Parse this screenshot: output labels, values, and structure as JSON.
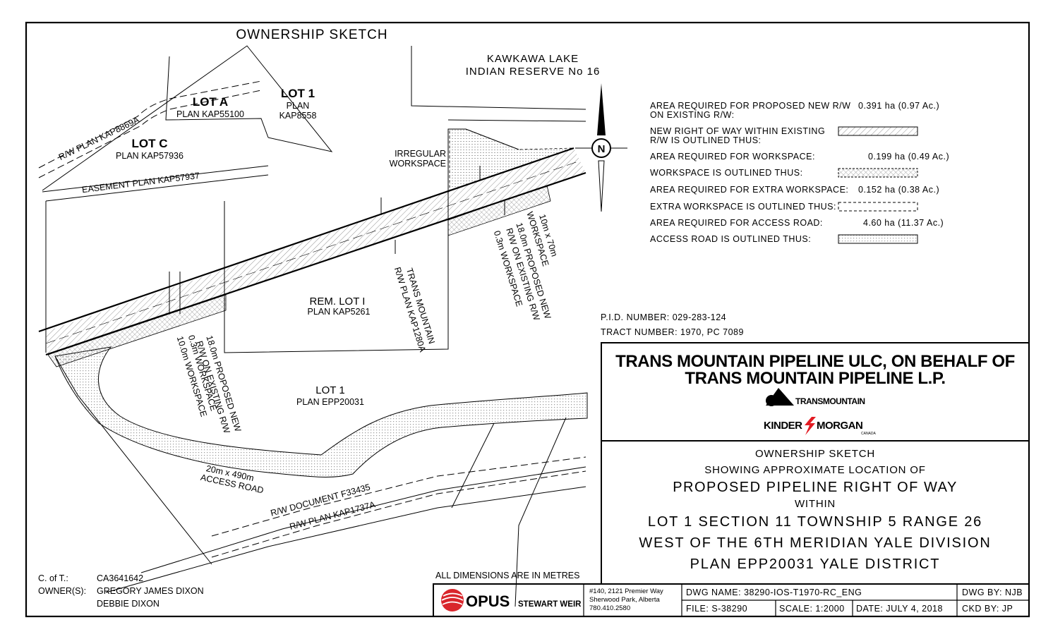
{
  "header": {
    "title": "OWNERSHIP SKETCH"
  },
  "reserve": {
    "line1": "KAWKAWA LAKE",
    "line2": "INDIAN RESERVE No 16"
  },
  "parcels": {
    "lot_a": {
      "name": "LOT A",
      "plan": "PLAN KAP55100"
    },
    "lot_1_north": {
      "name": "LOT 1",
      "plan1": "PLAN",
      "plan2": "KAP8558"
    },
    "lot_c": {
      "name": "LOT C",
      "plan": "PLAN KAP57936"
    },
    "rem_lot_1": {
      "name": "REM.  LOT I",
      "plan": "PLAN KAP5261"
    },
    "lot_1_south": {
      "name": "LOT 1",
      "plan": "PLAN EPP20031"
    }
  },
  "sketch_labels": {
    "rw_plan_kap8869a": "R/W PLAN KAP8869A",
    "easement": "EASEMENT PLAN KAP57937",
    "irregular_workspace_1": "IRREGULAR",
    "irregular_workspace_2": "WORKSPACE",
    "trans_mountain_rw_1": "TRANS MOUNTAIN",
    "trans_mountain_rw_2": "R/W PLAN KAP1280A",
    "east_workspace_1": "10m x 70m",
    "east_workspace_2": "WORKSPACE",
    "east_proposed_1": "18.0m PROPOSED NEW",
    "east_proposed_2": "R/W ON EXISTING R/W",
    "east_workspace_3": "0.3m WORKSPACE",
    "west_proposed_1": "18.0m PROPOSED NEW",
    "west_proposed_2": "R/W ON EXISTING R/W",
    "west_workspace_1": "0.3m WORKSPACE",
    "west_workspace_2": "10.0m WORKSPACE",
    "access_road_1": "20m x 490m",
    "access_road_2": "ACCESS ROAD",
    "rw_document": "R/W DOCUMENT F33435",
    "rw_plan_kap1737a": "R/W PLAN KAP1737A",
    "north": "N"
  },
  "legend": [
    {
      "label1": "AREA REQUIRED FOR PROPOSED NEW R/W",
      "label2": "ON EXISTING R/W:",
      "value": "0.391 ha (0.97 Ac.)"
    },
    {
      "label1": "NEW RIGHT OF WAY WITHIN EXISTING",
      "label2": "R/W IS OUTLINED THUS:",
      "pattern": "hatch"
    },
    {
      "label1": "AREA REQUIRED FOR WORKSPACE:",
      "value": "0.199 ha (0.49 Ac.)"
    },
    {
      "label1": "WORKSPACE IS OUTLINED THUS:",
      "pattern": "crosshatch"
    },
    {
      "label1": "AREA REQUIRED FOR EXTRA WORKSPACE:",
      "value": "0.152 ha (0.38 Ac.)"
    },
    {
      "label1": "EXTRA WORKSPACE IS OUTLINED THUS:",
      "pattern": "dashed"
    },
    {
      "label1": "AREA REQUIRED FOR ACCESS ROAD:",
      "value": "4.60 ha (11.37 Ac.)"
    },
    {
      "label1": "ACCESS ROAD IS OUTLINED THUS:",
      "pattern": "dots"
    }
  ],
  "parcel_info": {
    "pid": "P.I.D. NUMBER:  029-283-124",
    "tract": "TRACT NUMBER:  1970, PC 7089"
  },
  "company": {
    "line1": "TRANS MOUNTAIN PIPELINE ULC, ON BEHALF OF",
    "line2": "TRANS MOUNTAIN PIPELINE L.P.",
    "logo1": "TRANSMOUNTAIN",
    "logo2_a": "KINDER",
    "logo2_b": "MORGAN",
    "logo2_sub": "CANADA"
  },
  "title_block": {
    "line1": "OWNERSHIP SKETCH",
    "line2": "SHOWING APPROXIMATE LOCATION OF",
    "line3": "PROPOSED PIPELINE RIGHT OF WAY",
    "line4": "WITHIN",
    "line5": "LOT 1 SECTION 11 TOWNSHIP 5 RANGE 26",
    "line6": "WEST OF THE 6TH MERIDIAN YALE DIVISION",
    "line7": "PLAN EPP20031 YALE DISTRICT"
  },
  "footer": {
    "ct_label": "C.   of T.:",
    "ct_value": "CA3641642",
    "owners_label": "OWNER(S):",
    "owner1": "GREGORY JAMES DIXON",
    "owner2": "DEBBIE DIXON",
    "dimensions_note": "ALL DIMENSIONS ARE IN METRES",
    "opus_name": "OPUS",
    "opus_sub": "STEWART WEIR",
    "address1": "#140, 2121 Premier Way",
    "address2": "Sherwood Park, Alberta",
    "phone": "780.410.2580",
    "dwg_name": "DWG NAME:  38290-IOS-T1970-RC_ENG",
    "dwg_by": "DWG BY:  NJB",
    "file": "FILE:  S-38290",
    "scale": "SCALE:  1:2000",
    "date": "DATE:  JULY 4, 2018",
    "ckd_by": "CKD BY:  JP"
  },
  "colors": {
    "ink": "#000000",
    "opus_red": "#d9262c",
    "kinder_red": "#e31b23"
  }
}
